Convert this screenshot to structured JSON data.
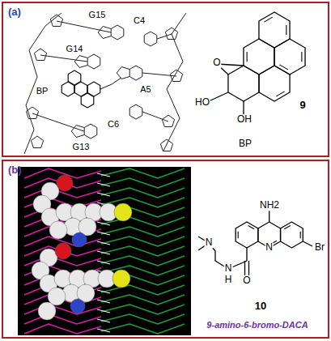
{
  "diagram": {
    "nodes": [
      {
        "text": [
          "(a)"
        ]
      },
      {
        "text": [
          "(b)"
        ]
      }
    ],
    "labels": [
      "G15",
      "C4",
      "G14",
      "BP",
      "A5",
      "G13",
      "C6",
      "O",
      "HO",
      "OH",
      "9",
      "BP",
      "NH2",
      "N",
      "Br",
      "N",
      "O",
      "N",
      "H",
      "10",
      "9-amino-6-bromo-DACA"
    ]
  }
}
